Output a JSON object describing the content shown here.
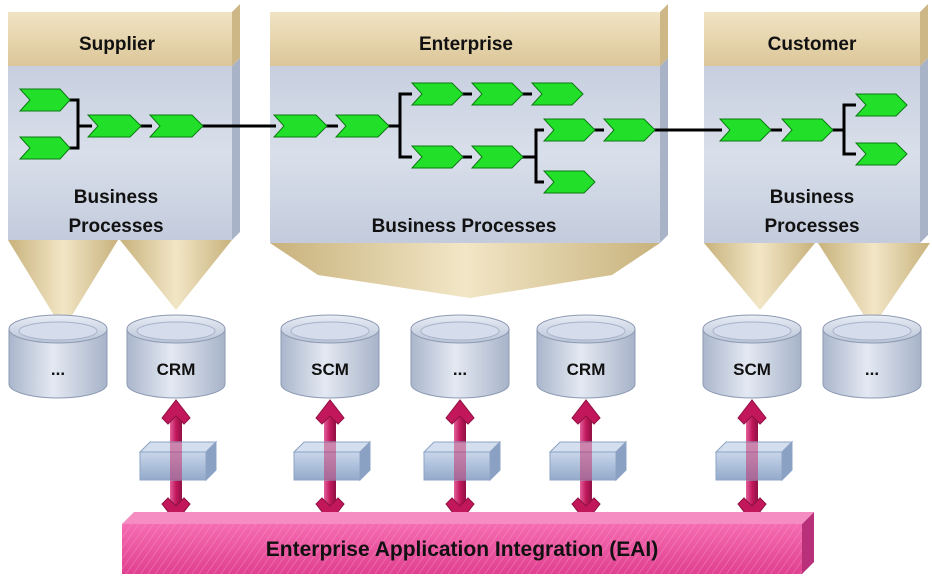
{
  "partners": {
    "supplier": {
      "title": "Supplier",
      "caption_line1": "Business",
      "caption_line2": "Processes"
    },
    "enterprise": {
      "title": "Enterprise",
      "caption": "Business Processes"
    },
    "customer": {
      "title": "Customer",
      "caption_line1": "Business",
      "caption_line2": "Processes"
    }
  },
  "databases": [
    {
      "label": "..."
    },
    {
      "label": "CRM"
    },
    {
      "label": "SCM"
    },
    {
      "label": "..."
    },
    {
      "label": "CRM"
    },
    {
      "label": "SCM"
    },
    {
      "label": "..."
    }
  ],
  "eai_bar": {
    "label": "Enterprise Application Integration (EAI)"
  },
  "colors": {
    "process_step": "#22e02a",
    "header_band": "#e6d2a8",
    "panel": "#cfd6e4",
    "funnel": "#dcc795",
    "database": "#cdd6e6",
    "adapter": "#a9c0de",
    "arrow": "#c2185b",
    "eai_bar": "#f05aa8"
  }
}
